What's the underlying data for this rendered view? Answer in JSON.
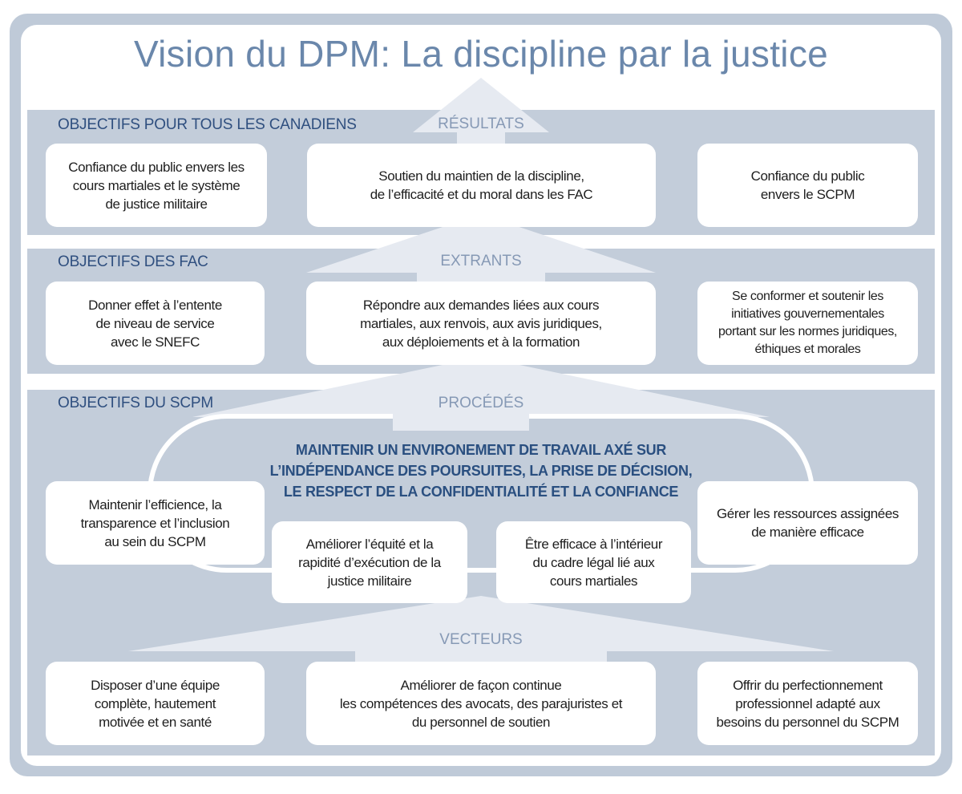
{
  "title": "Vision du DPM: La discipline par la justice",
  "colors": {
    "frame": "#bfcad8",
    "band": "#c3cdda",
    "arrow": "#e6eaf1",
    "title": "#6a87ab",
    "section": "#2f4f7f",
    "emphasis": "#2a4f80"
  },
  "sections": {
    "canadiens": {
      "label": "OBJECTIFS POUR TOUS LES CANADIENS",
      "arrow": "RÉSULTATS",
      "boxes": [
        "Confiance du public envers les\ncours martiales et le système\nde justice militaire",
        "Soutien du maintien de la discipline,\nde l’efficacité et du moral dans les FAC",
        "Confiance du public\nenvers le SCPM"
      ]
    },
    "fac": {
      "label": "OBJECTIFS DES FAC",
      "arrow": "EXTRANTS",
      "boxes": [
        "Donner effet à l’entente\nde niveau de service\navec le SNEFC",
        "Répondre aux demandes liées aux cours\nmartiales, aux renvois, aux avis juridiques,\naux déploiements et à la formation",
        "Se conformer et soutenir les\ninitiatives gouvernementales\nportant sur les normes juridiques,\néthiques et morales"
      ]
    },
    "scpm": {
      "label": "OBJECTIFS DU SCPM",
      "arrow": "PROCÉDÉS",
      "center": "MAINTENIR UN ENVIRONEMENT DE TRAVAIL AXÉ SUR\nL’INDÉPENDANCE DES POURSUITES, LA PRISE DE DÉCISION,\nLE RESPECT DE LA CONFIDENTIALITÉ ET LA CONFIANCE",
      "boxes": [
        "Maintenir l’efficience, la\ntransparence et l’inclusion\nau sein du SCPM",
        "Améliorer l’équité et la\nrapidité d’exécution de la\njustice militaire",
        "Être efficace à l’intérieur\ndu cadre légal lié aux\ncours martiales",
        "Gérer les ressources assignées\nde manière efficace"
      ]
    },
    "vecteurs": {
      "arrow": "VECTEURS",
      "boxes": [
        "Disposer d’une équipe\ncomplète, hautement\nmotivée et en santé",
        "Améliorer de façon continue\nles compétences des avocats, des parajuristes et\ndu personnel de soutien",
        "Offrir du perfectionnement\nprofessionnel adapté aux\nbesoins du personnel du SCPM"
      ]
    }
  }
}
